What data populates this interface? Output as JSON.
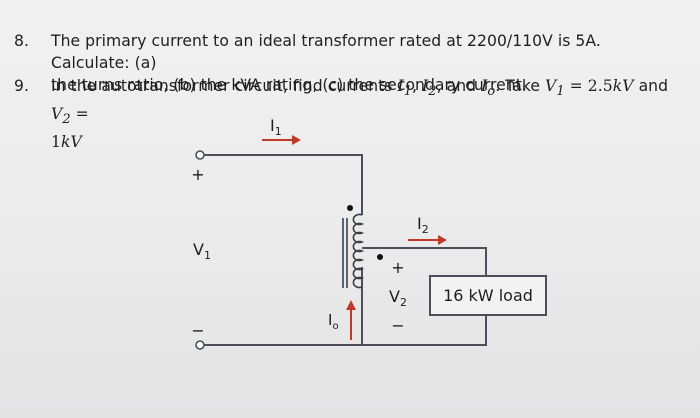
{
  "questions": [
    {
      "number": "8.",
      "line1": "The primary current to an ideal transformer rated at 2200/110V is 5A. Calculate: (a)",
      "line2": "the turns ratio, (b) the kVA rating, (c) the secondary current."
    },
    {
      "number": "9.",
      "line1_prefix": "In the autotransformer circuit, find currents ",
      "i1": "I",
      "i1_sub": "1",
      "sep1": ", ",
      "i2": "I",
      "i2_sub": "2",
      "sep2": ", and ",
      "io": "I",
      "io_sub": "o",
      "line1_mid": ". Take ",
      "v1": "V",
      "v1_sub": "1",
      "v1_eq": " = 2.5",
      "v1_unit": "kV",
      "and": " and ",
      "v2": "V",
      "v2_sub": "2",
      "v2_eq": " =",
      "line2_value": "1",
      "line2_unit": "kV"
    }
  ],
  "circuit": {
    "i1_label": "I",
    "i1_sub": "1",
    "i2_label": "I",
    "i2_sub": "2",
    "io_label": "I",
    "io_sub": "o",
    "v1_label": "V",
    "v1_sub": "1",
    "v2_label": "V",
    "v2_sub": "2",
    "plus": "+",
    "minus": "−",
    "load_label": "16 kW load",
    "arrow_color": "#c0392b"
  }
}
